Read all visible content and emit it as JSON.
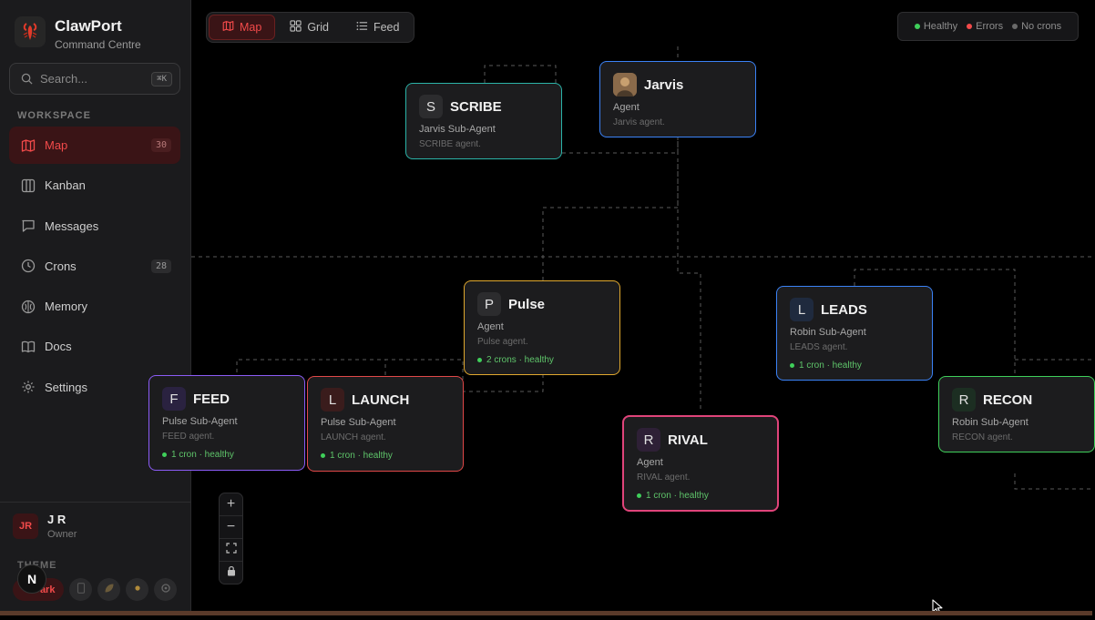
{
  "app": {
    "name": "ClawPort",
    "subtitle": "Command Centre"
  },
  "search": {
    "placeholder": "Search...",
    "shortcut": "⌘K"
  },
  "sidebar": {
    "section_label": "WORKSPACE",
    "items": [
      {
        "label": "Map",
        "badge": "30",
        "icon": "map-icon",
        "active": true
      },
      {
        "label": "Kanban",
        "badge": "",
        "icon": "kanban-icon"
      },
      {
        "label": "Messages",
        "badge": "",
        "icon": "message-icon"
      },
      {
        "label": "Crons",
        "badge": "28",
        "icon": "clock-icon"
      },
      {
        "label": "Memory",
        "badge": "",
        "icon": "brain-icon"
      },
      {
        "label": "Docs",
        "badge": "",
        "icon": "book-icon"
      },
      {
        "label": "Settings",
        "badge": "",
        "icon": "gear-icon"
      }
    ]
  },
  "user": {
    "initials": "JR",
    "name": "J R",
    "role": "Owner"
  },
  "theme": {
    "label": "THEME",
    "current": "Dark",
    "n_badge": "N"
  },
  "toolbar": {
    "views": [
      {
        "label": "Map",
        "icon": "map-icon",
        "active": true
      },
      {
        "label": "Grid",
        "icon": "grid-icon"
      },
      {
        "label": "Feed",
        "icon": "list-icon"
      }
    ]
  },
  "legend": {
    "items": [
      {
        "label": "Healthy",
        "color": "#3fcf5a"
      },
      {
        "label": "Errors",
        "color": "#f24a4a"
      },
      {
        "label": "No crons",
        "color": "#6a6a6a"
      }
    ]
  },
  "nodes": {
    "scribe": {
      "initial": "S",
      "name": "SCRIBE",
      "role": "Jarvis Sub-Agent",
      "desc": "SCRIBE agent.",
      "status": "",
      "color": "#2bb3a8"
    },
    "jarvis": {
      "initial": "",
      "name": "Jarvis",
      "role": "Agent",
      "desc": "Jarvis agent.",
      "status": "",
      "color": "#3b82f6"
    },
    "pulse": {
      "initial": "P",
      "name": "Pulse",
      "role": "Agent",
      "desc": "Pulse agent.",
      "status": "2 crons · healthy",
      "color": "#e0a82e"
    },
    "leads": {
      "initial": "L",
      "name": "LEADS",
      "role": "Robin Sub-Agent",
      "desc": "LEADS agent.",
      "status": "1 cron · healthy",
      "color": "#3b82f6"
    },
    "feed": {
      "initial": "F",
      "name": "FEED",
      "role": "Pulse Sub-Agent",
      "desc": "FEED agent.",
      "status": "1 cron · healthy",
      "color": "#8b5cf6"
    },
    "launch": {
      "initial": "L",
      "name": "LAUNCH",
      "role": "Pulse Sub-Agent",
      "desc": "LAUNCH agent.",
      "status": "1 cron · healthy",
      "color": "#e04848"
    },
    "rival": {
      "initial": "R",
      "name": "RIVAL",
      "role": "Agent",
      "desc": "RIVAL agent.",
      "status": "1 cron · healthy",
      "color": "#e0447a"
    },
    "recon": {
      "initial": "R",
      "name": "RECON",
      "role": "Robin Sub-Agent",
      "desc": "RECON agent.",
      "status": "",
      "color": "#3fcf5a"
    }
  },
  "zoom": {
    "in": "+",
    "out": "−"
  }
}
